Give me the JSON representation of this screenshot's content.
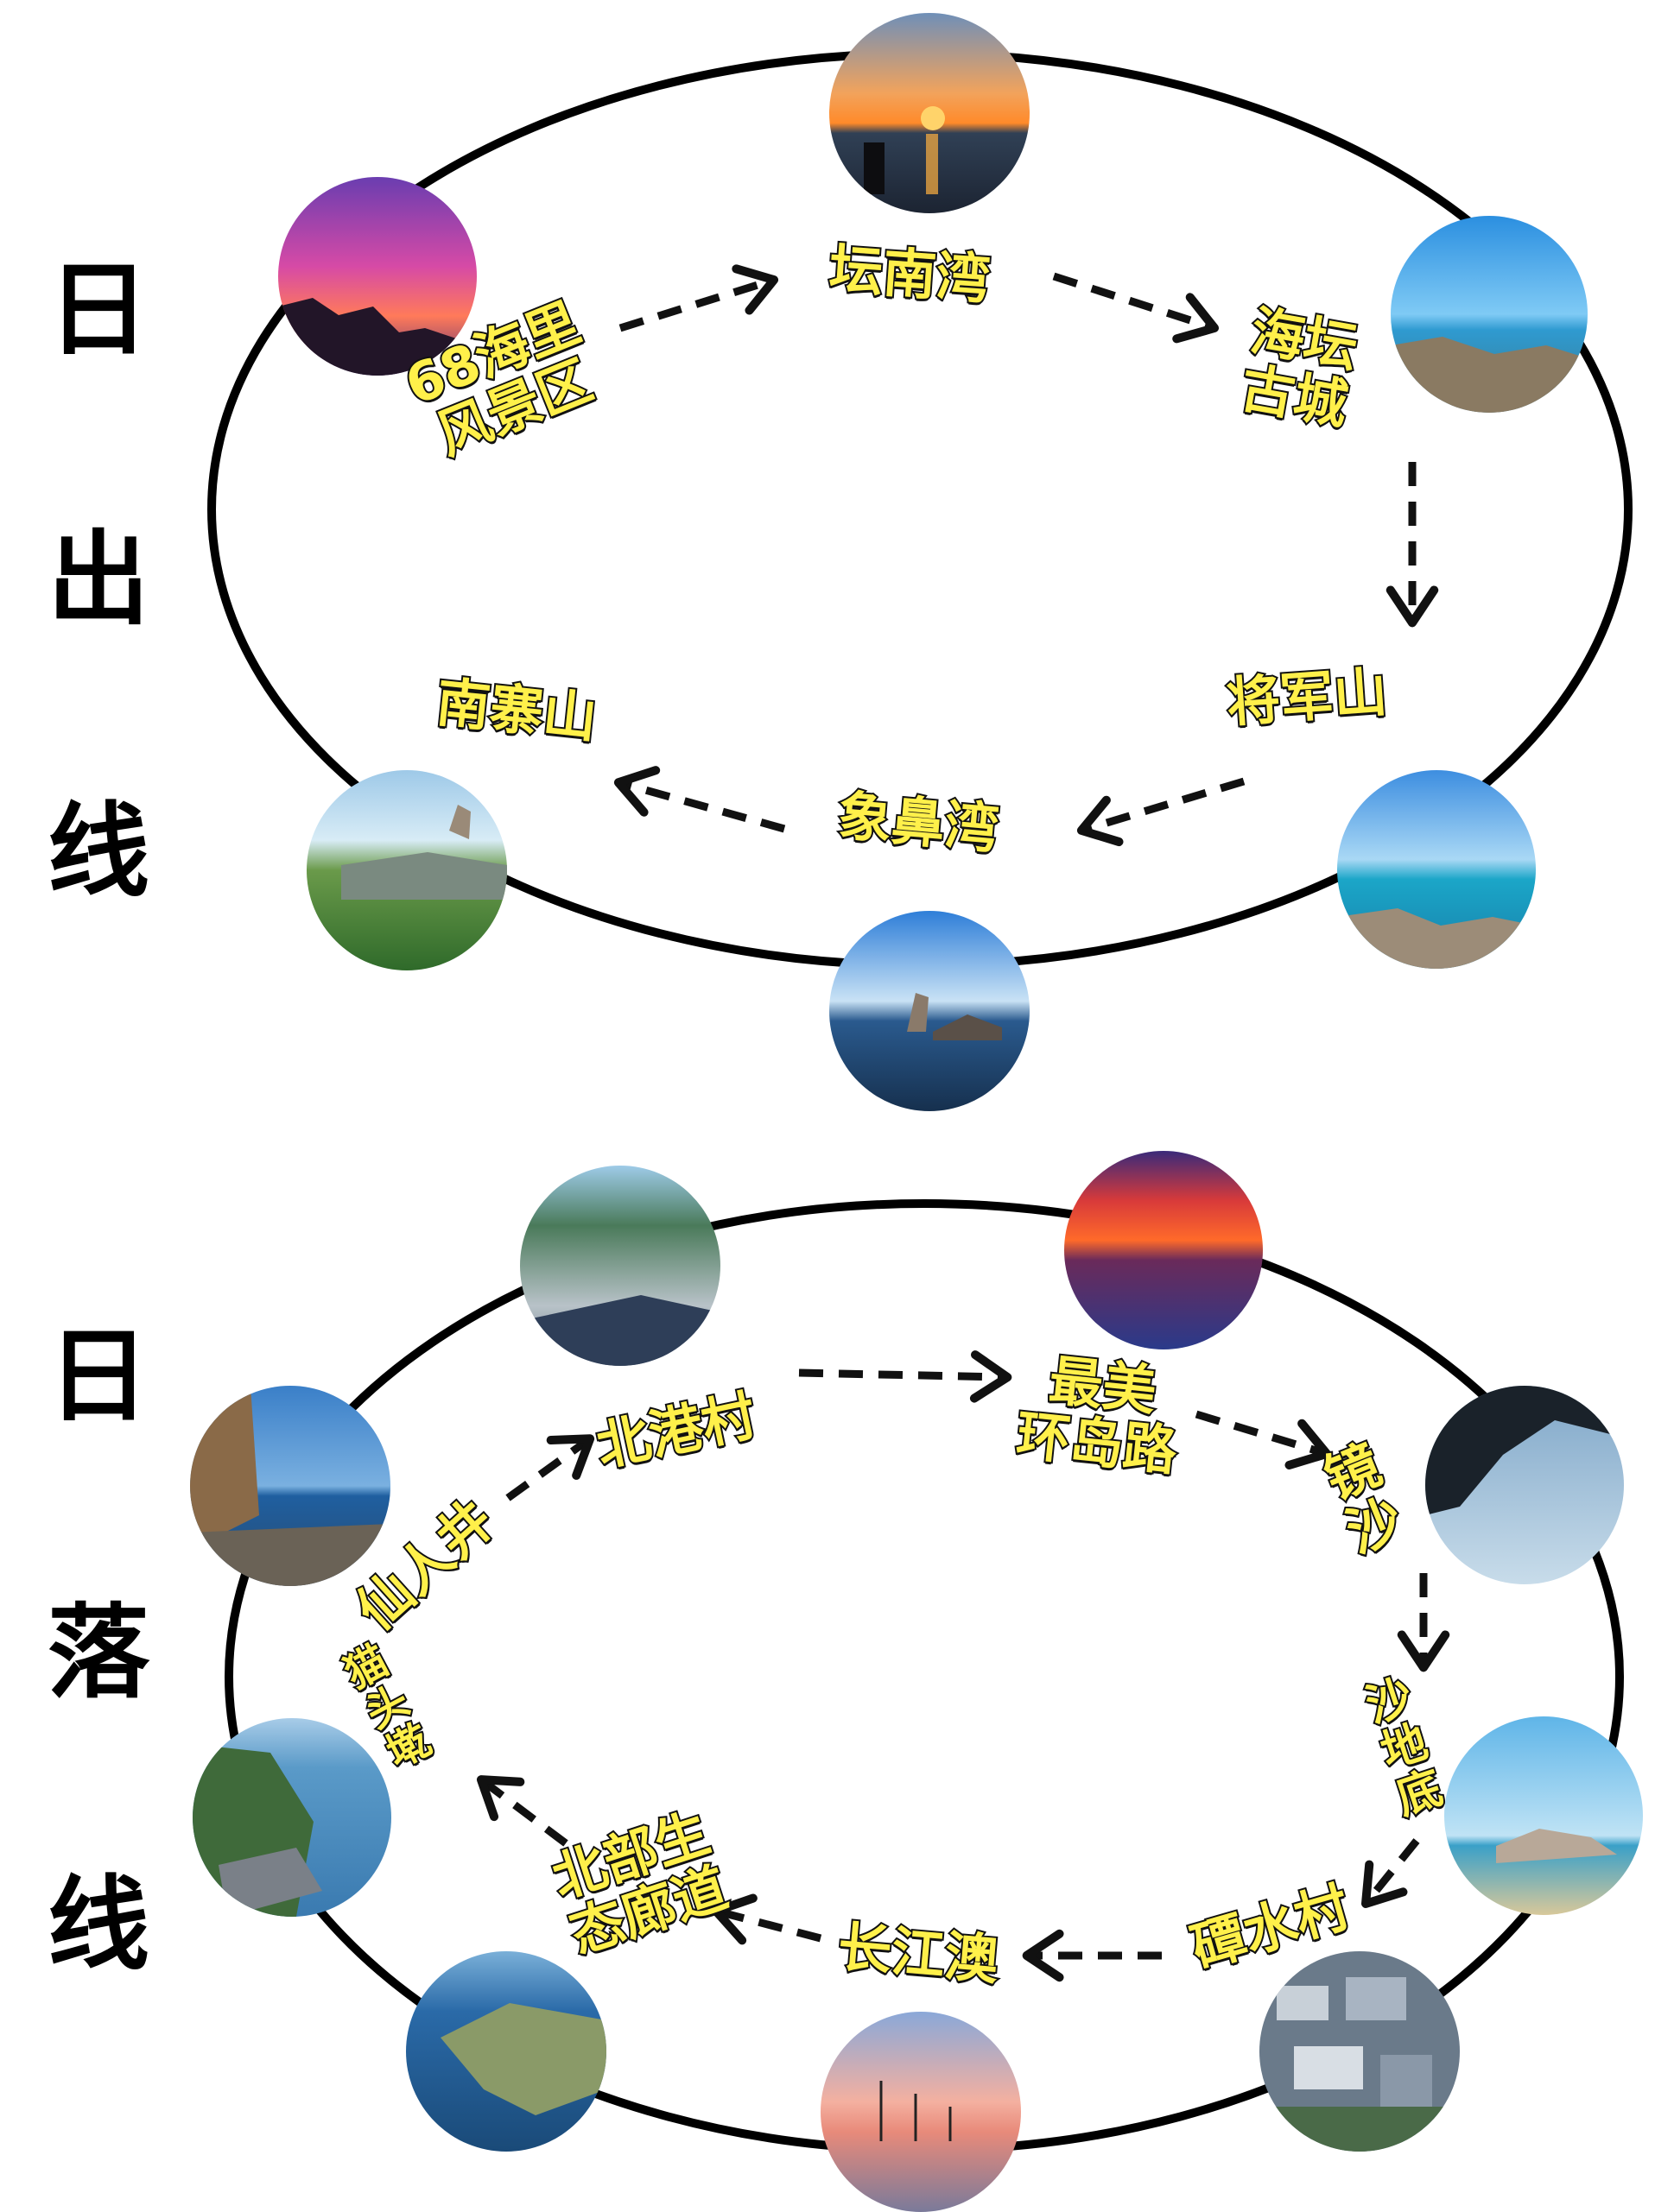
{
  "sunrise": {
    "title_chars": [
      "日",
      "出",
      "线"
    ],
    "stops": [
      {
        "lines": [
          "68海里",
          "风景区"
        ],
        "photo": "purple-sunrise-rocks"
      },
      {
        "lines": [
          "坛南湾"
        ],
        "photo": "sunset-sea"
      },
      {
        "lines": [
          "海坛",
          "古城"
        ],
        "photo": "blue-sky-coast"
      },
      {
        "lines": [
          "将军山"
        ],
        "photo": "sky-island-coast"
      },
      {
        "lines": [
          "象鼻湾"
        ],
        "photo": "rock-sea-clouds"
      },
      {
        "lines": [
          "南寨山"
        ],
        "photo": "green-hill-rock"
      }
    ]
  },
  "sunset": {
    "title_chars": [
      "日",
      "落",
      "线"
    ],
    "stops": [
      {
        "lines": [
          "仙人井"
        ],
        "photo": "cliff-crowd-sea"
      },
      {
        "lines": [
          "北港村"
        ],
        "photo": "village-hill"
      },
      {
        "lines": [
          "最美",
          "环岛路"
        ],
        "photo": "red-sunset"
      },
      {
        "lines": [
          "镜",
          "沙"
        ],
        "photo": "cave-sea"
      },
      {
        "lines": [
          "沙",
          "地",
          "底"
        ],
        "photo": "beach-rocks"
      },
      {
        "lines": [
          "磹水村"
        ],
        "photo": "village-houses"
      },
      {
        "lines": [
          "长江澳"
        ],
        "photo": "wind-turbines-sunset"
      },
      {
        "lines": [
          "北部生",
          "态廊道"
        ],
        "photo": "coast-windfarm"
      },
      {
        "lines": [
          "猫",
          "头",
          "墘"
        ],
        "photo": "green-coast-hill"
      }
    ]
  },
  "colors": {
    "label_fill": "#fff04a",
    "label_outline": "#111111",
    "ring": "#000000",
    "arrow": "#111111"
  }
}
